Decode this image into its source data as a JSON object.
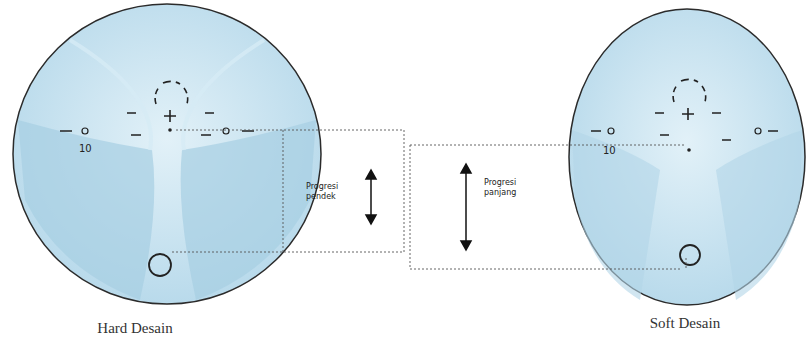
{
  "diagram": {
    "nodes": [
      {
        "text": [
          "10",
          "Hard Desain"
        ]
      },
      {
        "text": [
          "10",
          "Soft Desain"
        ]
      }
    ],
    "labels": [
      "Progresi pendek",
      "Progresi panjang"
    ]
  }
}
